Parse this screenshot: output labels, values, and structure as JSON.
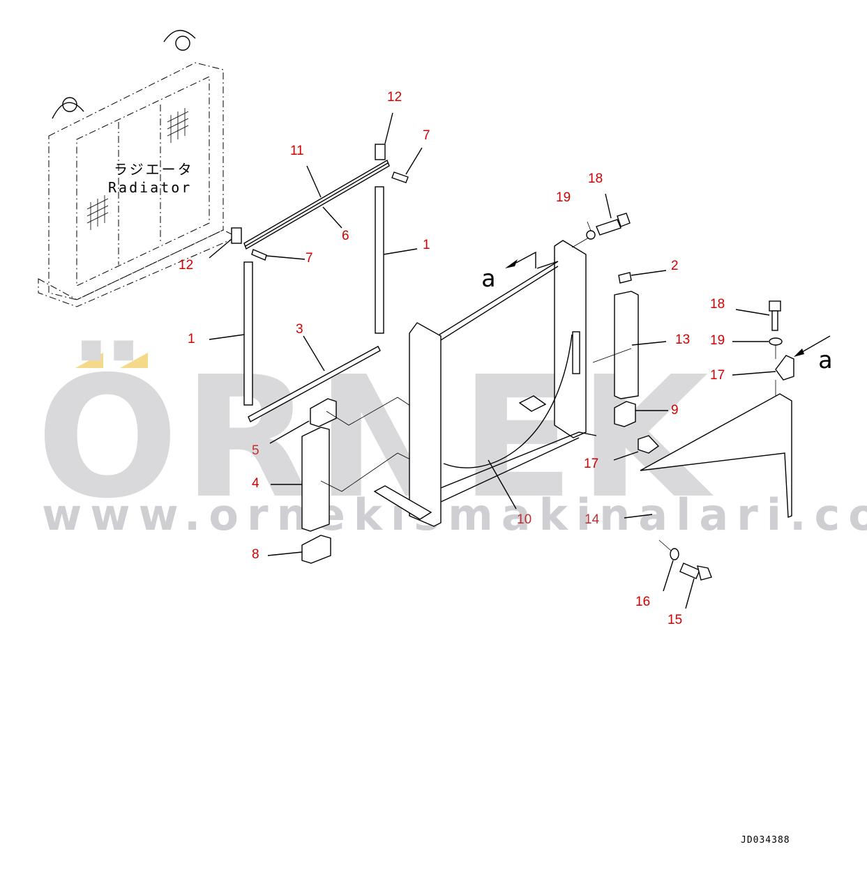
{
  "watermark": {
    "brand": "ÖRNEK",
    "url": "www.ornekismakinalari.com.tr",
    "accent_color": "#f5d98a",
    "text_color": "#d9d9dc"
  },
  "reference_radiator": {
    "label_jp": "ラジエータ",
    "label_en": "Radiator"
  },
  "view_markers": [
    {
      "letter": "a",
      "position": "upper-center"
    },
    {
      "letter": "a",
      "position": "right"
    }
  ],
  "callouts": [
    {
      "number": "1",
      "part": "vertical seal bar (left)"
    },
    {
      "number": "1",
      "part": "vertical seal bar (right)"
    },
    {
      "number": "2",
      "part": "small block"
    },
    {
      "number": "3",
      "part": "lower seal bar"
    },
    {
      "number": "4",
      "part": "tall foam block"
    },
    {
      "number": "5",
      "part": "small foam block"
    },
    {
      "number": "6",
      "part": "upper seal bar"
    },
    {
      "number": "7",
      "part": "end cap (right)"
    },
    {
      "number": "7",
      "part": "end cap (left)"
    },
    {
      "number": "8",
      "part": "lower foam block"
    },
    {
      "number": "9",
      "part": "foam block (right)"
    },
    {
      "number": "10",
      "part": "radiator frame / shroud"
    },
    {
      "number": "11",
      "part": "upper seal channel"
    },
    {
      "number": "12",
      "part": "spacer (upper)"
    },
    {
      "number": "12",
      "part": "spacer (left)"
    },
    {
      "number": "13",
      "part": "tall block (right)"
    },
    {
      "number": "14",
      "part": "fan guard plate"
    },
    {
      "number": "15",
      "part": "bolt"
    },
    {
      "number": "16",
      "part": "washer"
    },
    {
      "number": "17",
      "part": "bracket (upper)"
    },
    {
      "number": "17",
      "part": "bracket (lower)"
    },
    {
      "number": "18",
      "part": "bolt (upper)"
    },
    {
      "number": "18",
      "part": "bolt (right)"
    },
    {
      "number": "19",
      "part": "washer (upper)"
    },
    {
      "number": "19",
      "part": "washer (right)"
    }
  ],
  "drawing_number": "JD034388"
}
